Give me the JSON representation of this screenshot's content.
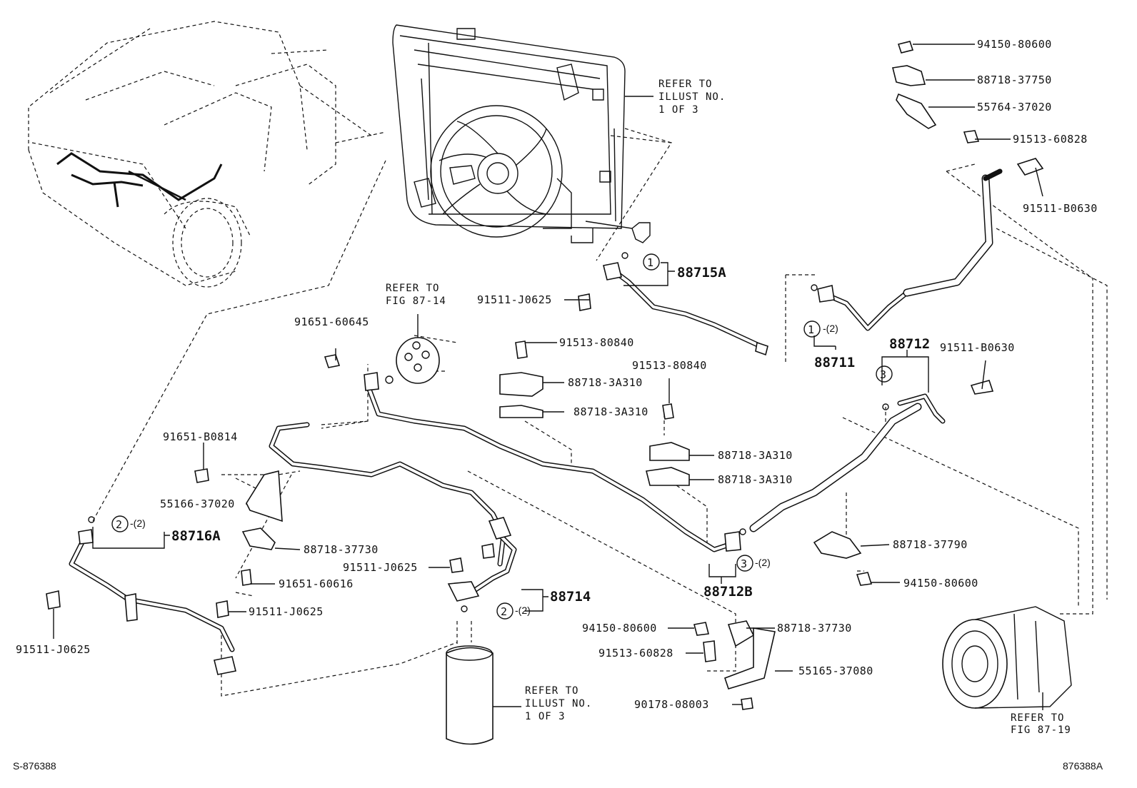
{
  "diagram": {
    "refs": {
      "radiator_ref": [
        "REFER TO",
        "ILLUST NO.",
        "1 OF 3"
      ],
      "fig8714": [
        "REFER TO",
        "FIG 87-14"
      ],
      "receiver_ref": [
        "REFER TO",
        "ILLUST NO.",
        "1 OF 3"
      ],
      "fig8719": [
        "REFER TO",
        "FIG 87-19"
      ]
    },
    "groups": {
      "g88715A": "88715A",
      "g88716A": "88716A",
      "g88711": "88711",
      "g88712": "88712",
      "g88712B": "88712B",
      "g88714": "88714"
    },
    "markers": {
      "m1a": "1",
      "m1b": "1",
      "m1b_qty": "-(2)",
      "m2a": "2",
      "m2a_qty": "-(2)",
      "m2b": "2",
      "m2b_qty": "-(2)",
      "m3a": "3",
      "m3b": "3",
      "m3b_qty": "-(2)"
    },
    "parts": {
      "p94150_80600_top": "94150-80600",
      "p88718_37750": "88718-37750",
      "p55764_37020": "55764-37020",
      "p91513_60828_top": "91513-60828",
      "p91511_B0630_top": "91511-B0630",
      "p91511_J0625_mid": "91511-J0625",
      "p91651_60645": "91651-60645",
      "p91513_80840_a": "91513-80840",
      "p88718_3A310_a": "88718-3A310",
      "p88718_3A310_b": "88718-3A310",
      "p91513_80840_b": "91513-80840",
      "p88718_3A310_c": "88718-3A310",
      "p88718_3A310_d": "88718-3A310",
      "p91511_B0630_right": "91511-B0630",
      "p91651_B0814": "91651-B0814",
      "p55166_37020": "55166-37020",
      "p88718_37730_left": "88718-37730",
      "p91511_J0625_center": "91511-J0625",
      "p91651_60616": "91651-60616",
      "p91511_J0625_bottom": "91511-J0625",
      "p91511_J0625_left": "91511-J0625",
      "p88718_37790": "88718-37790",
      "p94150_80600_right": "94150-80600",
      "p94150_80600_bottom": "94150-80600",
      "p88718_37730_right": "88718-37730",
      "p91513_60828_bottom": "91513-60828",
      "p55165_37080": "55165-37080",
      "p90178_08003": "90178-08003"
    },
    "codes": {
      "left": "S-876388",
      "right": "876388A"
    }
  }
}
